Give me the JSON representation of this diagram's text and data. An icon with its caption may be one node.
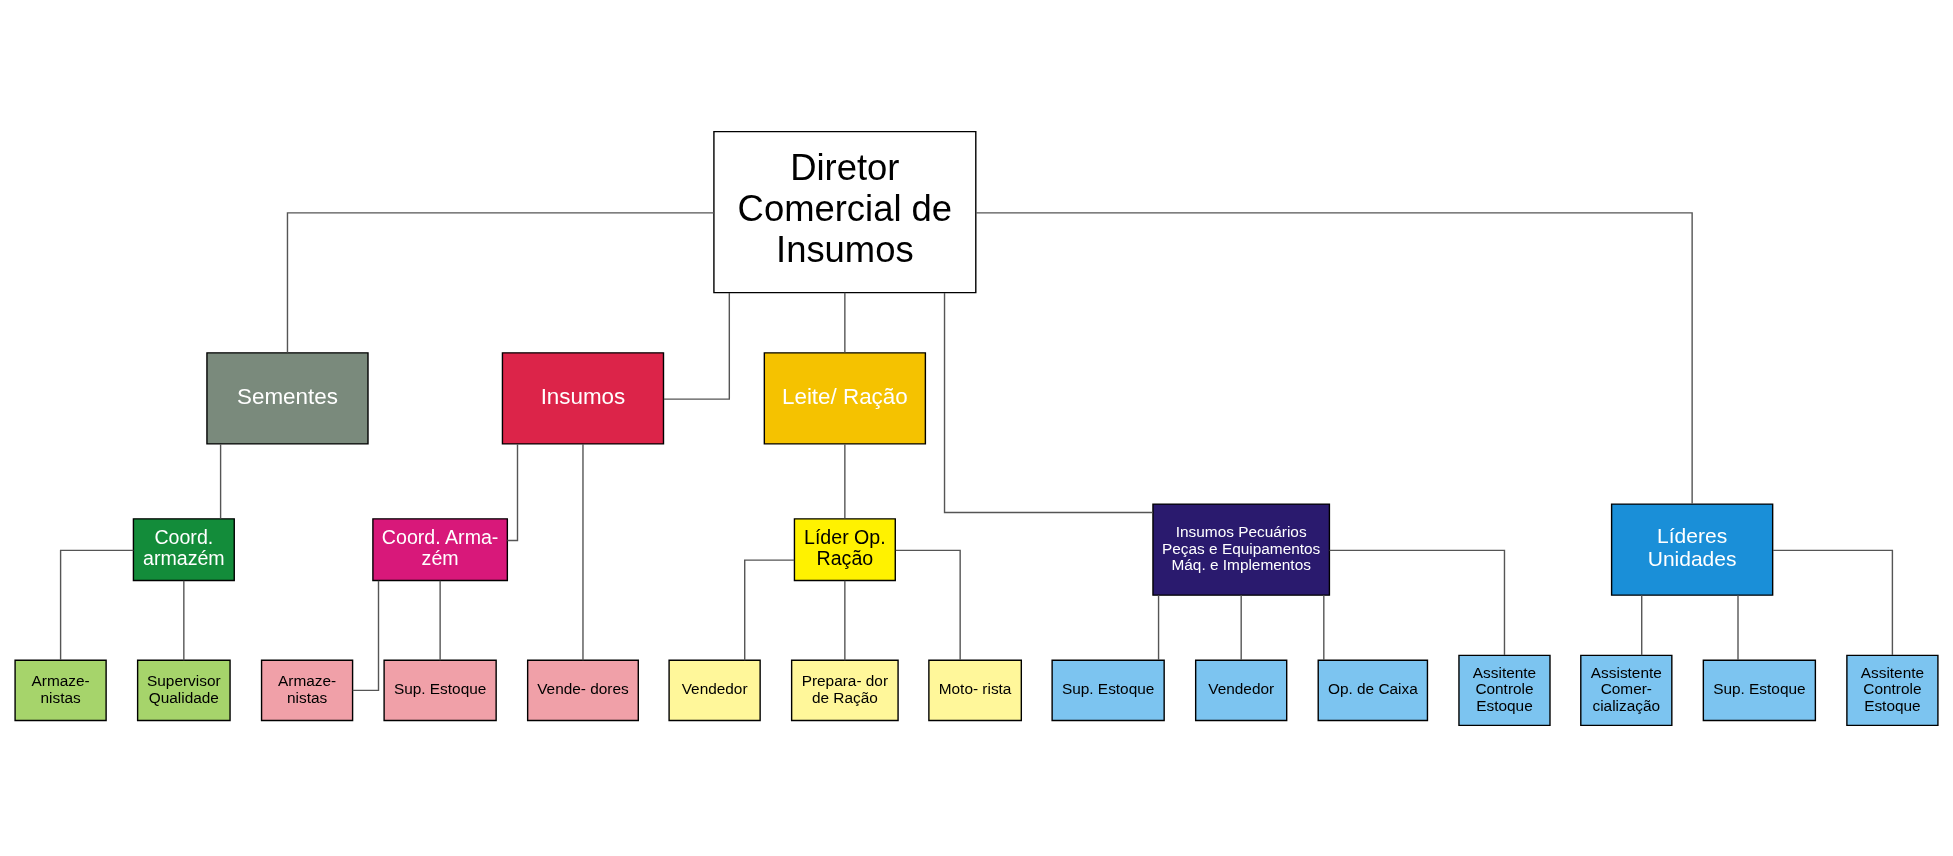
{
  "diagram": {
    "nodes": [
      {
        "text": [
          "Diretor Comercial de Insumos"
        ]
      },
      {
        "text": [
          "Sementes"
        ]
      },
      {
        "text": [
          "Insumos"
        ]
      },
      {
        "text": [
          "Leite/ Ração"
        ]
      },
      {
        "text": [
          "Insumos Pecuários Peças e Equipamentos Máq. e Implementos"
        ]
      },
      {
        "text": [
          "Líderes Unidades"
        ]
      },
      {
        "text": [
          "Coord. armazém"
        ]
      },
      {
        "text": [
          "Coord. Arma- zém"
        ]
      },
      {
        "text": [
          "Líder Op. Ração"
        ]
      },
      {
        "text": [
          "Armaze- nistas"
        ]
      },
      {
        "text": [
          "Supervisor Qualidade"
        ]
      },
      {
        "text": [
          "Armaze- nistas"
        ]
      },
      {
        "text": [
          "Sup. Estoque"
        ]
      },
      {
        "text": [
          "Vende- dores"
        ]
      },
      {
        "text": [
          "Vendedor"
        ]
      },
      {
        "text": [
          "Prepara- dor de Ração"
        ]
      },
      {
        "text": [
          "Moto- rista"
        ]
      },
      {
        "text": [
          "Sup. Estoque"
        ]
      },
      {
        "text": [
          "Vendedor"
        ]
      },
      {
        "text": [
          "Op. de Caixa"
        ]
      },
      {
        "text": [
          "Assitente Controle Estoque"
        ]
      },
      {
        "text": [
          "Assistente Comer- cialização"
        ]
      },
      {
        "text": [
          "Sup. Estoque"
        ]
      },
      {
        "text": [
          "Assitente Controle Estoque"
        ]
      }
    ],
    "edges": [
      {
        "from": 0,
        "to": 1,
        "arrow": "none"
      },
      {
        "from": 0,
        "to": 2,
        "arrow": "none"
      },
      {
        "from": 0,
        "to": 3,
        "arrow": "none"
      },
      {
        "from": 0,
        "to": 4,
        "arrow": "none"
      },
      {
        "from": 0,
        "to": 5,
        "arrow": "none"
      },
      {
        "from": 1,
        "to": 6,
        "arrow": "none"
      },
      {
        "from": 2,
        "to": 7,
        "arrow": "none"
      },
      {
        "from": 3,
        "to": 8,
        "arrow": "none"
      },
      {
        "from": 6,
        "to": 9,
        "arrow": "none"
      },
      {
        "from": 6,
        "to": 10,
        "arrow": "none"
      },
      {
        "from": 7,
        "to": 11,
        "arrow": "none"
      },
      {
        "from": 7,
        "to": 12,
        "arrow": "none"
      },
      {
        "from": 2,
        "to": 13,
        "arrow": "none"
      },
      {
        "from": 8,
        "to": 14,
        "arrow": "none"
      },
      {
        "from": 8,
        "to": 15,
        "arrow": "none"
      },
      {
        "from": 8,
        "to": 16,
        "arrow": "none"
      },
      {
        "from": 4,
        "to": 17,
        "arrow": "none"
      },
      {
        "from": 4,
        "to": 18,
        "arrow": "none"
      },
      {
        "from": 4,
        "to": 19,
        "arrow": "none"
      },
      {
        "from": 4,
        "to": 20,
        "arrow": "none"
      },
      {
        "from": 5,
        "to": 21,
        "arrow": "none"
      },
      {
        "from": 5,
        "to": 22,
        "arrow": "none"
      },
      {
        "from": 5,
        "to": 23,
        "arrow": "none"
      }
    ]
  }
}
